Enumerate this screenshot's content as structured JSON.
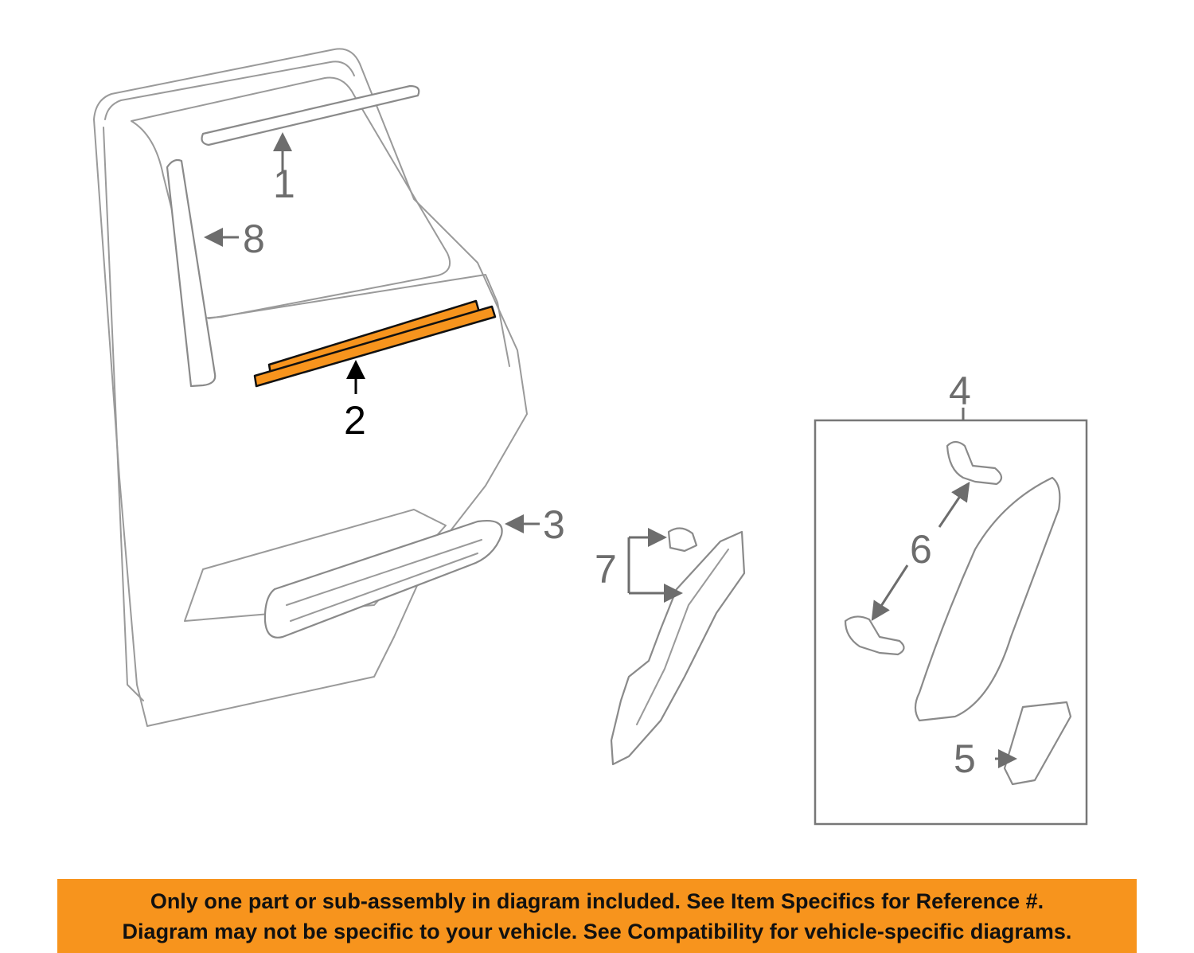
{
  "diagram": {
    "callouts": {
      "p1": "1",
      "p2": "2",
      "p3": "3",
      "p4": "4",
      "p5": "5",
      "p6": "6",
      "p7": "7",
      "p8": "8"
    },
    "highlight_color": "#F7941D"
  },
  "banner": {
    "line1": "Only one part or sub-assembly in diagram included. See Item Specifics for Reference #.",
    "line2": "Diagram may not be specific to your vehicle. See Compatibility for vehicle-specific diagrams."
  }
}
